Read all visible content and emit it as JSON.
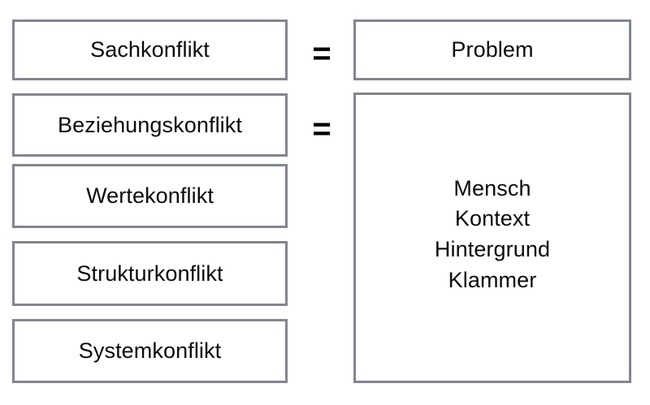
{
  "diagram": {
    "title_text_color": "#0b0b0b",
    "border_color": "#83868f",
    "background_color": "#ffffff",
    "conflict_types": [
      {
        "label": "Sachkonflikt"
      },
      {
        "label": "Beziehungskonflikt"
      },
      {
        "label": "Wertekonflikt"
      },
      {
        "label": "Strukturkonflikt"
      },
      {
        "label": "Systemkonflikt"
      }
    ],
    "operators": [
      {
        "symbol": "="
      },
      {
        "symbol": "="
      }
    ],
    "outcomes": [
      {
        "label": "Problem",
        "lines": [
          "Problem"
        ]
      },
      {
        "label": "Mensch / Kontext / Hintergrund / Klammer",
        "lines": [
          "Mensch",
          "Kontext",
          "Hintergrund",
          "Klammer"
        ]
      }
    ]
  }
}
